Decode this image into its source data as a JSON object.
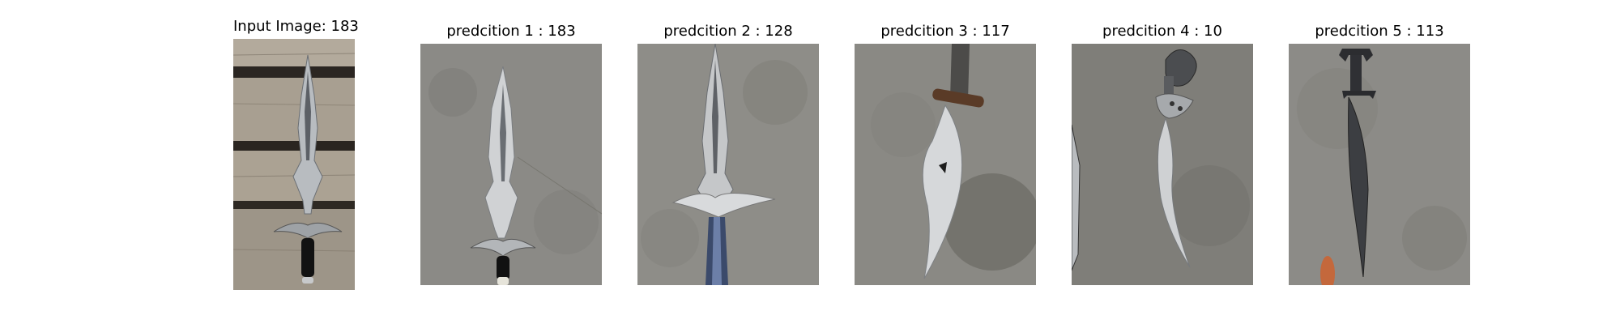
{
  "input": {
    "title": "Input Image: 183"
  },
  "predictions": [
    {
      "title": "predcition 1 : 183"
    },
    {
      "title": "predcition 2 : 128"
    },
    {
      "title": "predcition 3 : 117"
    },
    {
      "title": "predcition 4 : 10"
    },
    {
      "title": "predcition 5 : 113"
    }
  ],
  "colors": {
    "concrete": "#8a8a86",
    "wood": "#a59c8f",
    "blade": "#c9cbcd",
    "dark_blade": "#3a3c40"
  }
}
